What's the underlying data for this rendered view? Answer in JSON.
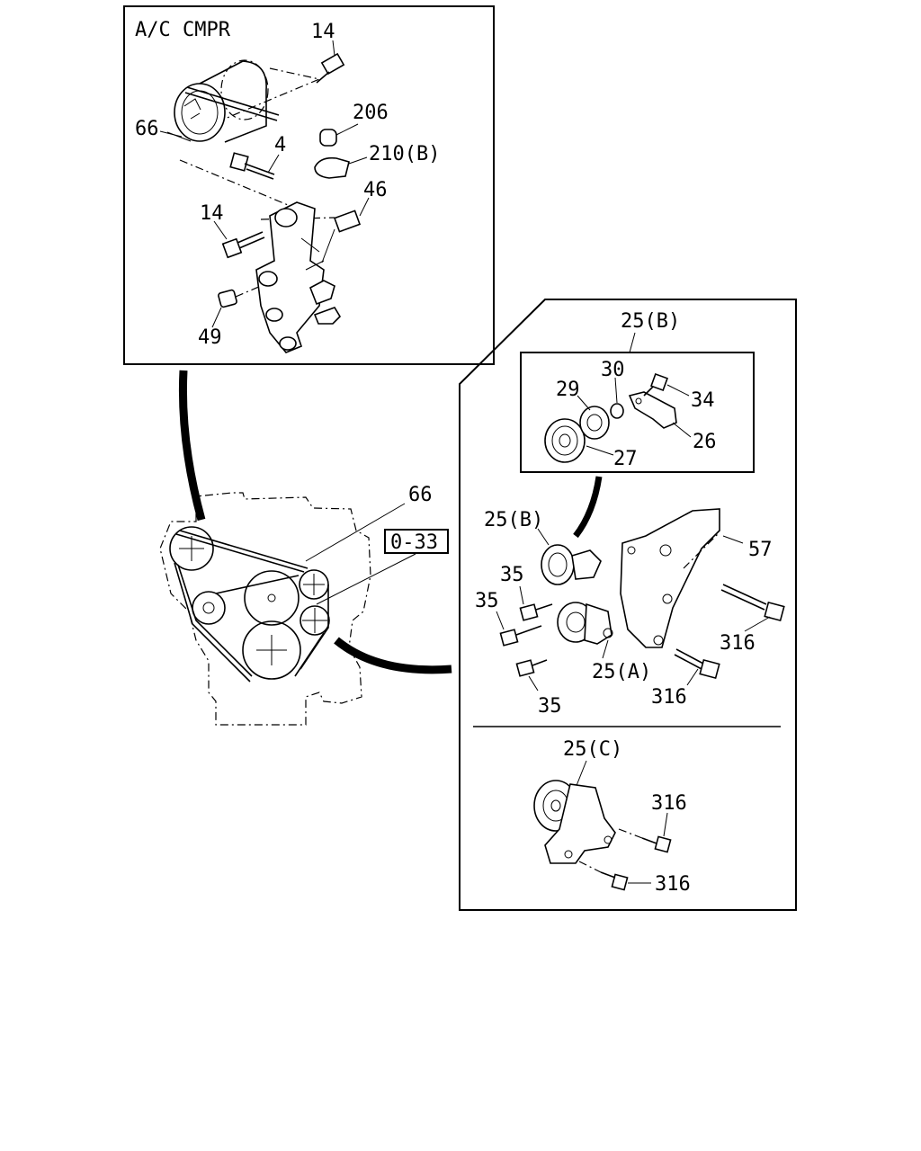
{
  "compressor_panel": {
    "title": "A/C CMPR",
    "labels": {
      "bolt_top": "14",
      "bolt_left": "14",
      "bolt_4": "4",
      "plug_206": "206",
      "clip_210b": "210(B)",
      "belt_66": "66",
      "collar_46": "46",
      "collar_49": "49"
    }
  },
  "engine_view": {
    "belt_label": "66",
    "reference": "0-33"
  },
  "tensioner_panel": {
    "detail_title": "25(B)",
    "detail_labels": {
      "washer_30": "30",
      "plate_29": "29",
      "bolt_34": "34",
      "bracket_26": "26",
      "pulley_27": "27"
    },
    "labels": {
      "pulley_25b": "25(B)",
      "bracket_57": "57",
      "bolt_35_a": "35",
      "bolt_35_b": "35",
      "bolt_35_c": "35",
      "bolt_316_a": "316",
      "bolt_316_b": "316",
      "tensioner_25a": "25(A)"
    },
    "variant": {
      "title": "25(C)",
      "bolt_316_a": "316",
      "bolt_316_b": "316"
    }
  }
}
